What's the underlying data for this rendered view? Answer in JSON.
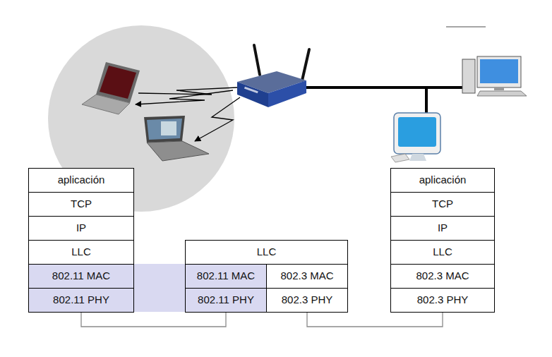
{
  "diagram": {
    "nodes": [
      {
        "text": [
          "aplicación"
        ]
      },
      {
        "text": [
          "TCP"
        ]
      },
      {
        "text": [
          "IP"
        ]
      },
      {
        "text": [
          "LLC"
        ]
      },
      {
        "text": [
          "802.11 MAC"
        ]
      },
      {
        "text": [
          "802.11 PHY"
        ]
      },
      {
        "text": [
          "LLC"
        ]
      },
      {
        "text": [
          "802.11 MAC"
        ]
      },
      {
        "text": [
          "802.3 MAC"
        ]
      },
      {
        "text": [
          "802.11 PHY"
        ]
      },
      {
        "text": [
          "802.3 PHY"
        ]
      },
      {
        "text": [
          "aplicación"
        ]
      },
      {
        "text": [
          "TCP"
        ]
      },
      {
        "text": [
          "IP"
        ]
      },
      {
        "text": [
          "LLC"
        ]
      },
      {
        "text": [
          "802.3 MAC"
        ]
      },
      {
        "text": [
          "802.3 PHY"
        ]
      }
    ],
    "edges": [
      {
        "from": 5,
        "to": 9,
        "arrow": "none"
      },
      {
        "from": 10,
        "to": 16,
        "arrow": "none"
      }
    ]
  }
}
